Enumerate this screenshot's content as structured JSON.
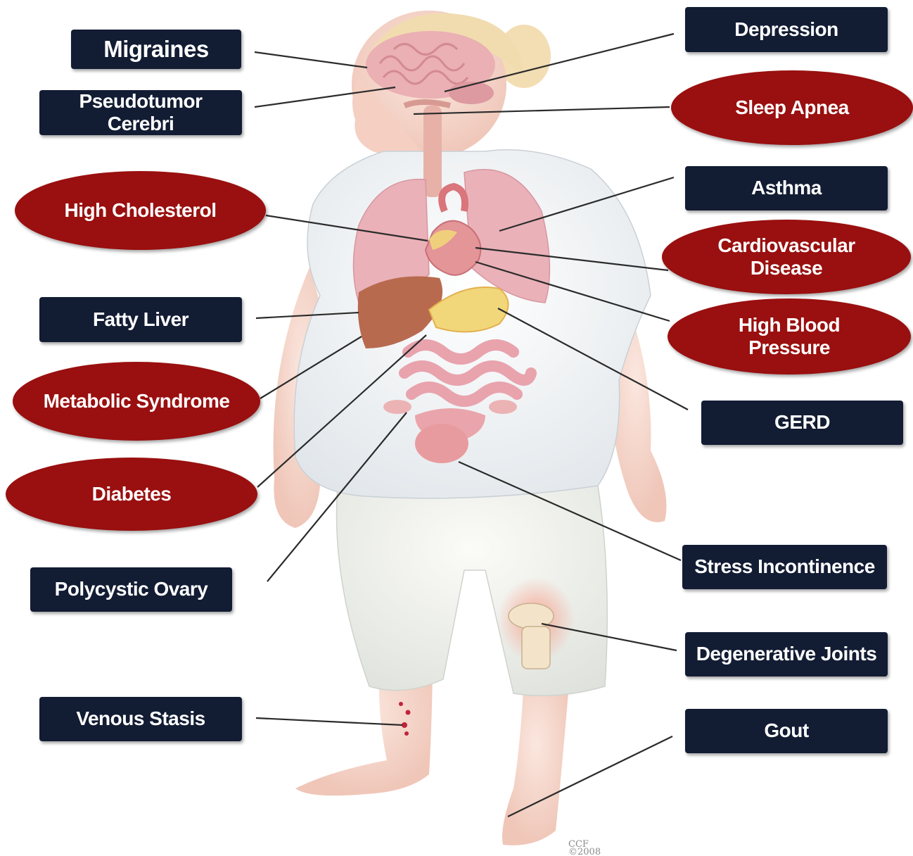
{
  "labels": {
    "migraines": "Migraines",
    "pseudotumor": "Pseudotumor Cerebri",
    "high_cholesterol": "High Cholesterol",
    "fatty_liver": "Fatty Liver",
    "metabolic_syndrome": "Metabolic Syndrome",
    "diabetes": "Diabetes",
    "polycystic_ovary": "Polycystic Ovary",
    "venous_stasis": "Venous Stasis",
    "depression": "Depression",
    "sleep_apnea": "Sleep Apnea",
    "asthma": "Asthma",
    "cardiovascular_line1": "Cardiovascular",
    "cardiovascular_line2": "Disease",
    "high_bp_line1": "High Blood",
    "high_bp_line2": "Pressure",
    "gerd": "GERD",
    "stress_incontinence": "Stress Incontinence",
    "degenerative_joints": "Degenerative Joints",
    "gout": "Gout"
  },
  "illustration": {
    "watermark": "CCF",
    "watermark_sub": "©2008"
  },
  "colors": {
    "box_fill": "#121c33",
    "oval_fill": "#9a0f0f",
    "skin": "#f6d9cf",
    "shirt": "#f2f4f6",
    "organ_pink": "#e9a9b0",
    "liver": "#b86a4f",
    "stomach": "#f1d77a"
  }
}
